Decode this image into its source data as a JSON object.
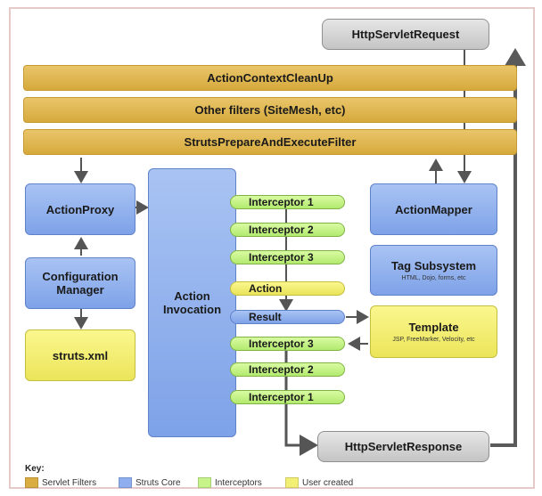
{
  "filters": {
    "cleanup": "ActionContextCleanUp",
    "other": "Other filters (SiteMesh, etc)",
    "prepare": "StrutsPrepareAndExecuteFilter"
  },
  "components": {
    "request": "HttpServletRequest",
    "response": "HttpServletResponse",
    "action_proxy": "ActionProxy",
    "config_manager": "Configuration Manager",
    "struts_xml": "struts.xml",
    "action_invocation": "Action Invocation",
    "action_mapper": "ActionMapper",
    "tag_subsystem": "Tag Subsystem",
    "tag_subsystem_sub": "HTML, Dojo, forms, etc",
    "template": "Template",
    "template_sub": "JSP, FreeMarker, Velocity, etc"
  },
  "invocation_chain": [
    {
      "label": "Interceptor 1",
      "kind": "interceptor"
    },
    {
      "label": "Interceptor 2",
      "kind": "interceptor"
    },
    {
      "label": "Interceptor 3",
      "kind": "interceptor"
    },
    {
      "label": "Action",
      "kind": "user"
    },
    {
      "label": "Result",
      "kind": "core"
    },
    {
      "label": "Interceptor 3",
      "kind": "interceptor"
    },
    {
      "label": "Interceptor 2",
      "kind": "interceptor"
    },
    {
      "label": "Interceptor 1",
      "kind": "interceptor"
    }
  ],
  "key": {
    "title": "Key:",
    "items": [
      {
        "label": "Servlet Filters",
        "color": "#d9ad42"
      },
      {
        "label": "Struts Core",
        "color": "#8eaef0"
      },
      {
        "label": "Interceptors",
        "color": "#c6f38a"
      },
      {
        "label": "User created",
        "color": "#f3ef74"
      }
    ]
  }
}
